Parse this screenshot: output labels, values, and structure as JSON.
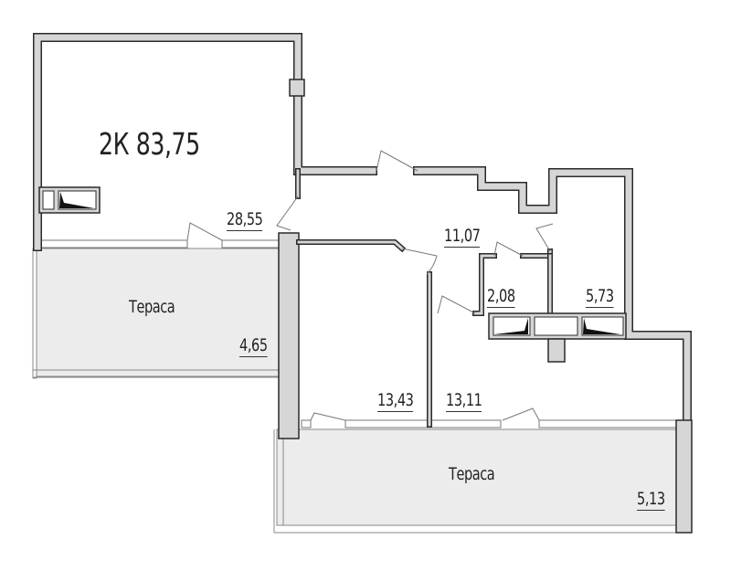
{
  "plan": {
    "title": "2К  83,75",
    "rooms": {
      "living": "28,55",
      "hall": "11,07",
      "wc": "2,08",
      "bath": "5,73",
      "bedroom1": "13,43",
      "bedroom2": "13,11"
    },
    "terraces": {
      "left_label": "Тераса",
      "left_area": "4,65",
      "right_label": "Тераса",
      "right_area": "5,13"
    },
    "colors": {
      "wall": "#d6d6d6",
      "outline": "#2a2a2a",
      "terrace": "#ececec"
    }
  }
}
